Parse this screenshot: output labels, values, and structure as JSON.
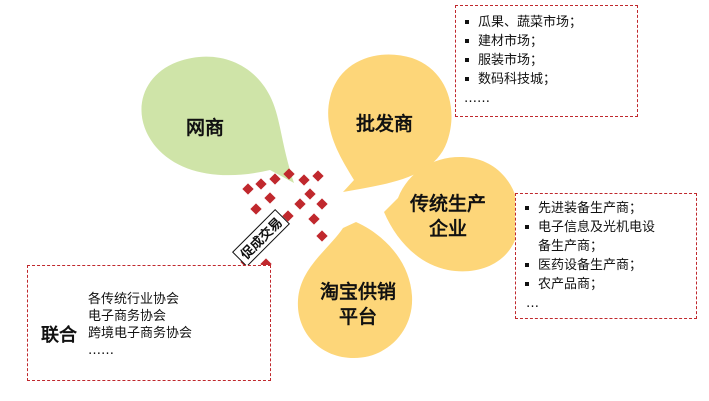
{
  "colors": {
    "green_drop": "#cfe4a8",
    "yellow_drop": "#fdd679",
    "accent_red": "#c0282d",
    "text": "#111111"
  },
  "drops": {
    "wangshang": "网商",
    "pifashang": "批发商",
    "chuantong_line1": "传统生产",
    "chuantong_line2": "企业",
    "taobao_line1": "淘宝供销",
    "taobao_line2": "平台"
  },
  "center_tag": "促成交易",
  "box_top_right": {
    "items": [
      "瓜果、蔬菜市场；",
      "建材市场；",
      "服装市场；",
      "数码科技城；"
    ],
    "ellipsis": "……"
  },
  "box_mid_right": {
    "items": [
      "先进装备生产商；",
      "电子信息及光机电设",
      "备生产商；",
      "医药设备生产商；",
      "农产品商；"
    ],
    "ellipsis": "…"
  },
  "box_left": {
    "title": "联合",
    "lines": [
      "各传统行业协会",
      "电子商务协会",
      "跨境电子商务协会"
    ],
    "ellipsis": "……"
  }
}
